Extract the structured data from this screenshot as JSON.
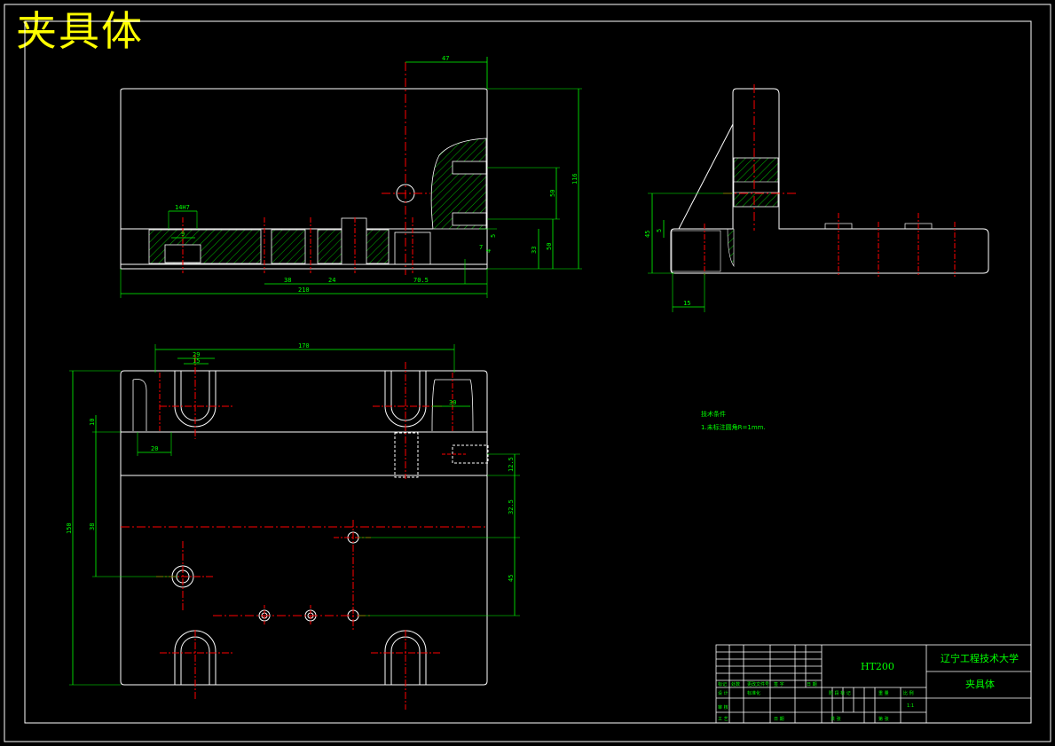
{
  "title": "夹具体",
  "colors": {
    "background": "#000000",
    "outline": "#ffffff",
    "dimension": "#00ff00",
    "centerline": "#ff0000",
    "title_text": "#ffff00"
  },
  "front_view": {
    "dimensions": [
      "47",
      "116",
      "50",
      "33",
      "50",
      "5",
      "4",
      "7",
      "9",
      "14H7",
      "38",
      "24",
      "70.5",
      "210"
    ]
  },
  "side_view": {
    "dimensions": [
      "45",
      "5",
      "15"
    ]
  },
  "plan_view": {
    "dimensions": [
      "170",
      "29",
      "15",
      "30",
      "20",
      "10",
      "150",
      "38",
      "12.5",
      "32.5",
      "45"
    ]
  },
  "technical_requirements": {
    "heading": "技术条件",
    "line1": "1.未标注圆角R=1mm."
  },
  "title_block": {
    "material": "HT200",
    "institution": "辽宁工程技术大学",
    "part_name": "夹具体",
    "scale": "1:1",
    "labels": [
      "标记",
      "处数",
      "更改文件号",
      "签 字",
      "日 期",
      "设 计",
      "标准化",
      "审 核",
      "工 艺",
      "日 期",
      "阶 段 标 记",
      "重 量",
      "比 例",
      "共 张",
      "第 张"
    ]
  }
}
